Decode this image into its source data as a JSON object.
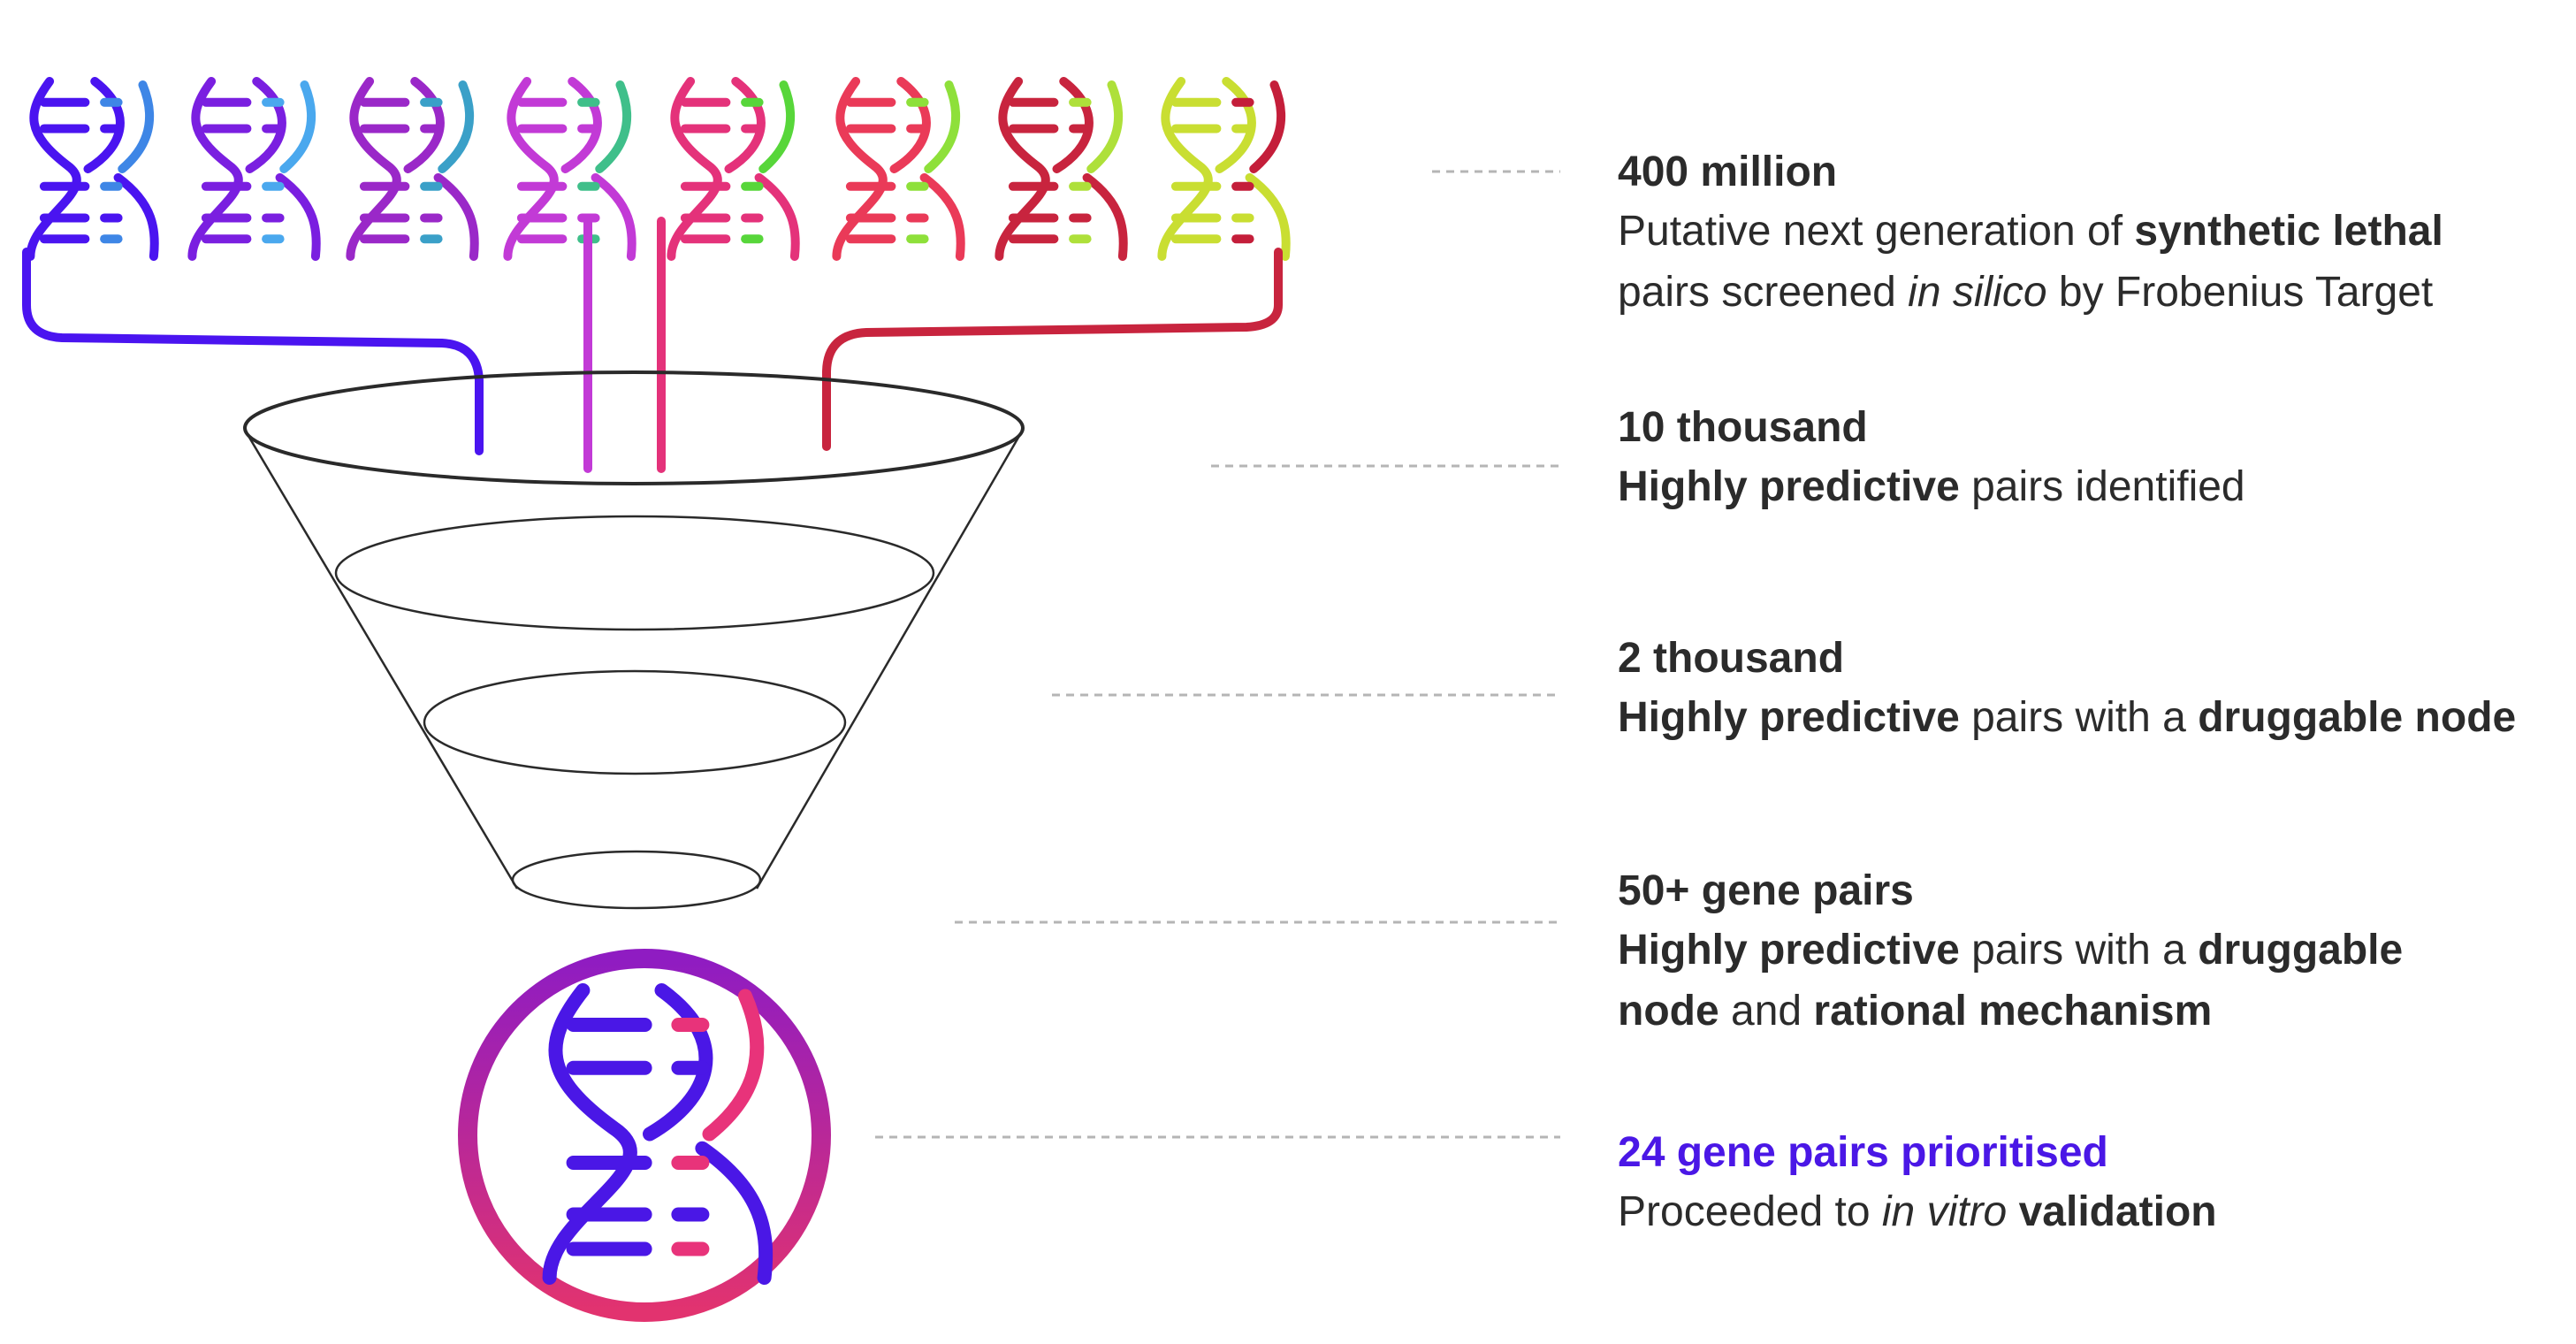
{
  "funnel": {
    "strand_colors": [
      "#4a14f0",
      "#7a1fe0",
      "#9a28c8",
      "#c23ad6",
      "#e4327a",
      "#ea3a58",
      "#c8243e",
      "#c9de32"
    ],
    "accent_colors": [
      "#3e86e6",
      "#4aa8ee",
      "#3aa0c8",
      "#3fbf8a",
      "#57d63a",
      "#8ee03a",
      "#aee03a",
      "#c41e3a"
    ],
    "outline_color": "#2a2a2a",
    "leader_color": "#b5b5b5",
    "final_icon": {
      "name": "dna-badge",
      "ring_gradient": [
        "#8f1cc2",
        "#e2336f"
      ]
    }
  },
  "stages": [
    {
      "title": "400 million",
      "lines": [
        [
          {
            "t": "Putative next generation of ",
            "s": ""
          },
          {
            "t": "synthetic lethal",
            "s": "b"
          }
        ],
        [
          {
            "t": "pairs screened ",
            "s": ""
          },
          {
            "t": "in silico",
            "s": "i"
          },
          {
            "t": " by Frobenius Target",
            "s": ""
          }
        ]
      ]
    },
    {
      "title": "10 thousand",
      "lines": [
        [
          {
            "t": "Highly predictive",
            "s": "b"
          },
          {
            "t": " pairs identified",
            "s": ""
          }
        ]
      ]
    },
    {
      "title": "2 thousand",
      "lines": [
        [
          {
            "t": "Highly predictive",
            "s": "b"
          },
          {
            "t": " pairs with a ",
            "s": ""
          },
          {
            "t": "druggable node",
            "s": "b"
          }
        ]
      ]
    },
    {
      "title": "50+ gene pairs",
      "lines": [
        [
          {
            "t": "Highly predictive",
            "s": "b"
          },
          {
            "t": " pairs with a ",
            "s": ""
          },
          {
            "t": "druggable",
            "s": "b"
          }
        ],
        [
          {
            "t": "node",
            "s": "b"
          },
          {
            "t": " and ",
            "s": ""
          },
          {
            "t": "rational mechanism",
            "s": "b"
          }
        ]
      ]
    },
    {
      "title": "24 gene pairs prioritised",
      "title_color": "#4a17e6",
      "lines": [
        [
          {
            "t": "Proceeded to ",
            "s": ""
          },
          {
            "t": "in vitro",
            "s": "i"
          },
          {
            "t": " validation",
            "s": "b"
          }
        ]
      ]
    }
  ]
}
